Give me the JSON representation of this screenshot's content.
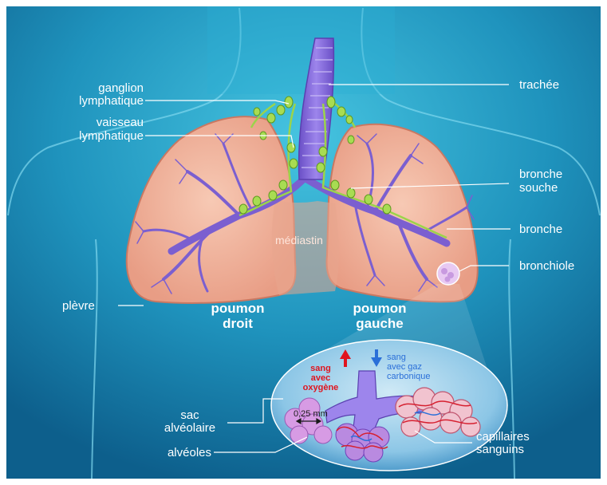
{
  "labels": {
    "ganglion_1": "ganglion",
    "ganglion_2": "lymphatique",
    "vaisseau_1": "vaisseau",
    "vaisseau_2": "lymphatique",
    "trachee": "trachée",
    "bronche_souche_1": "bronche",
    "bronche_souche_2": "souche",
    "bronche": "bronche",
    "bronchiole": "bronchiole",
    "mediastin": "médiastin",
    "plevre": "plèvre",
    "poumon_droit_1": "poumon",
    "poumon_droit_2": "droit",
    "poumon_gauche_1": "poumon",
    "poumon_gauche_2": "gauche",
    "sang_oxy_1": "sang",
    "sang_oxy_2": "avec",
    "sang_oxy_3": "oxygène",
    "sang_gaz_1": "sang",
    "sang_gaz_2": "avec gaz",
    "sang_gaz_3": "carbonique",
    "sac_1": "sac",
    "sac_2": "alvéolaire",
    "scale": "0,25 mm",
    "alveoles": "alvéoles",
    "capillaires_1": "capillaires",
    "capillaires_2": "sanguins"
  },
  "colors": {
    "background": "#2aa0c4",
    "lung": "#f2b49c",
    "bronchi": "#7b5fd0",
    "lymph": "#9bd44a",
    "oxygen_arrow": "#e0141e",
    "co2_arrow": "#2a6fd8"
  }
}
